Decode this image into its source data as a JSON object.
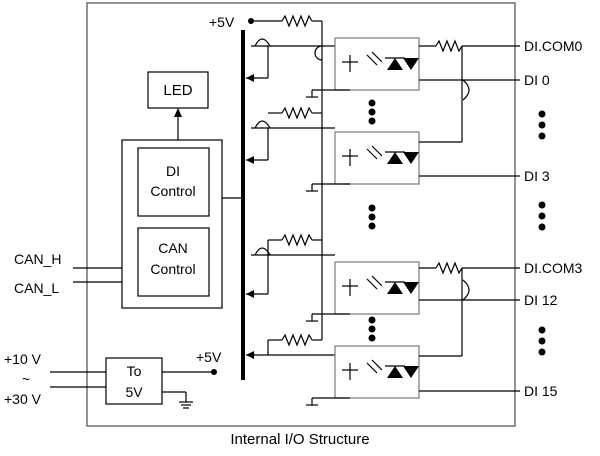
{
  "title": "Internal I/O Structure",
  "blocks": {
    "led": "LED",
    "di_control_line1": "DI",
    "di_control_line2": "Control",
    "can_control_line1": "CAN",
    "can_control_line2": "Control",
    "power_line1": "To",
    "power_line2": "5V"
  },
  "supply": {
    "bus_label": "+5V",
    "out_label": "+5V"
  },
  "can_pins": [
    "CAN_H",
    "CAN_L"
  ],
  "power_input": {
    "top": "+10 V",
    "tilde": "~",
    "bottom": "+30 V"
  },
  "di_labels": {
    "com0": "DI.COM0",
    "di0": "DI 0",
    "di3": "DI 3",
    "com3": "DI.COM3",
    "di12": "DI 12",
    "di15": "DI 15"
  }
}
